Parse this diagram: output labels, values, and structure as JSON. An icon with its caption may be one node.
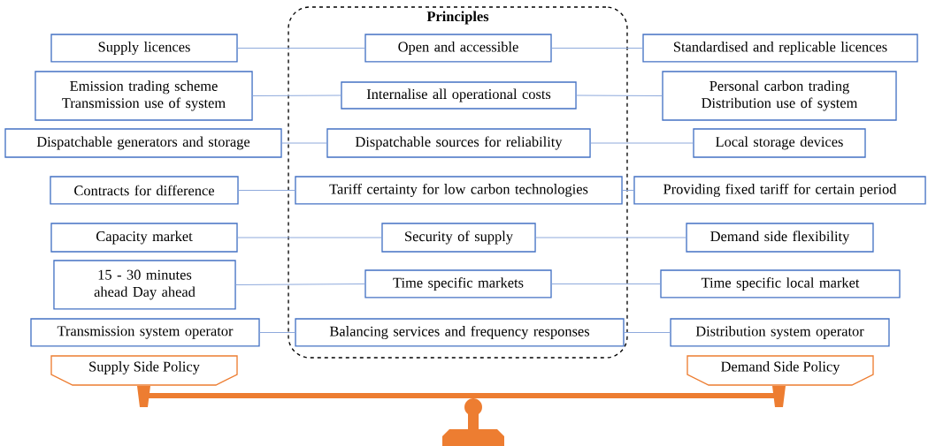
{
  "diagram": {
    "nodes": [
      {
        "text": [
          "Principles"
        ]
      },
      {
        "text": [
          "Supply licences"
        ]
      },
      {
        "text": [
          "Open and accessible"
        ],
        "in": 0
      },
      {
        "text": [
          "Standardised and replicable licences"
        ]
      },
      {
        "text": [
          "Emission trading scheme Transmission use of system"
        ]
      },
      {
        "text": [
          "Internalise all operational costs"
        ],
        "in": 0
      },
      {
        "text": [
          "Personal carbon trading Distribution use of system"
        ]
      },
      {
        "text": [
          "Dispatchable generators and storage"
        ]
      },
      {
        "text": [
          "Dispatchable sources for reliability"
        ],
        "in": 0
      },
      {
        "text": [
          "Local storage devices"
        ]
      },
      {
        "text": [
          "Contracts for difference"
        ]
      },
      {
        "text": [
          "Tariff certainty for low carbon technologies"
        ],
        "in": 0
      },
      {
        "text": [
          "Providing fixed tariff for certain period"
        ]
      },
      {
        "text": [
          "Capacity market"
        ]
      },
      {
        "text": [
          "Security of supply"
        ],
        "in": 0
      },
      {
        "text": [
          "Demand side flexibility"
        ]
      },
      {
        "text": [
          "15 - 30 minutes ahead Day ahead"
        ]
      },
      {
        "text": [
          "Time specific markets"
        ],
        "in": 0
      },
      {
        "text": [
          "Time specific local market"
        ]
      },
      {
        "text": [
          "Transmission system operator"
        ]
      },
      {
        "text": [
          "Balancing services and frequency responses"
        ],
        "in": 0
      },
      {
        "text": [
          "Distribution system operator"
        ]
      },
      {
        "text": [
          "Supply Side Policy"
        ]
      },
      {
        "text": [
          "Demand Side Policy"
        ]
      }
    ],
    "edges": [
      {
        "from": 1,
        "to": 2,
        "arrow": "none"
      },
      {
        "from": 2,
        "to": 3,
        "arrow": "none"
      },
      {
        "from": 4,
        "to": 5,
        "arrow": "none"
      },
      {
        "from": 5,
        "to": 6,
        "arrow": "none"
      },
      {
        "from": 7,
        "to": 8,
        "arrow": "none"
      },
      {
        "from": 8,
        "to": 9,
        "arrow": "none"
      },
      {
        "from": 10,
        "to": 11,
        "arrow": "none"
      },
      {
        "from": 11,
        "to": 12,
        "arrow": "none"
      },
      {
        "from": 13,
        "to": 14,
        "arrow": "none"
      },
      {
        "from": 14,
        "to": 15,
        "arrow": "none"
      },
      {
        "from": 16,
        "to": 17,
        "arrow": "none"
      },
      {
        "from": 17,
        "to": 18,
        "arrow": "none"
      },
      {
        "from": 19,
        "to": 20,
        "arrow": "none"
      },
      {
        "from": 20,
        "to": 21,
        "arrow": "none"
      }
    ]
  }
}
